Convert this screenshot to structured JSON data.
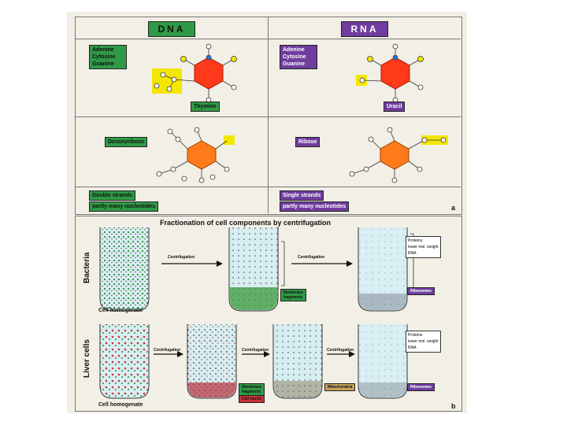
{
  "top": {
    "dna": {
      "heading": "DNA",
      "bases": [
        "Adenine",
        "Cytosine",
        "Guanine"
      ],
      "base_special": "Thymine",
      "sugar": "Desoxyribose",
      "strands": "Double strands",
      "nucleotides": "partly many nucleotides"
    },
    "rna": {
      "heading": "RNA",
      "bases": [
        "Adenine",
        "Cytosine",
        "Guanine"
      ],
      "base_special": "Uracil",
      "sugar": "Ribose",
      "strands": "Single strands",
      "nucleotides": "partly many nucleotides"
    },
    "panel_letter": "a"
  },
  "bottom": {
    "title": "Fractionation of cell components by centrifugation",
    "bacteria": {
      "side_label": "Bacteria",
      "arrow1": "Centrifugation",
      "arrow2": "Centrifugation",
      "fragments": [
        "Membrane",
        "fragments"
      ],
      "ribosomes": "Ribosomes",
      "legend": [
        "Proteins",
        "lower mol. weight",
        "RNA"
      ],
      "homogenate": "Cell homogenate"
    },
    "liver": {
      "side_label": "Liver cells",
      "arrow1": "Centrifugation",
      "arrow2": "Centrifugation",
      "arrow3": "Centrifugation",
      "fragments": [
        "Membrane",
        "fragments"
      ],
      "nuclei": "Cell nuclei",
      "mitochondria": "Mitochondria",
      "ribosomes": "Ribosomes",
      "legend": [
        "Proteins",
        "lower mol. weight",
        "RNA"
      ],
      "homogenate": "Cell homogenate"
    },
    "panel_letter": "b"
  },
  "colors": {
    "green": "#2f9a46",
    "purple": "#6f3d9e",
    "yellow": "#f3e600",
    "red": "#ff3a1a",
    "orange": "#ff7a1a",
    "liquid": "#cfe9ee"
  }
}
